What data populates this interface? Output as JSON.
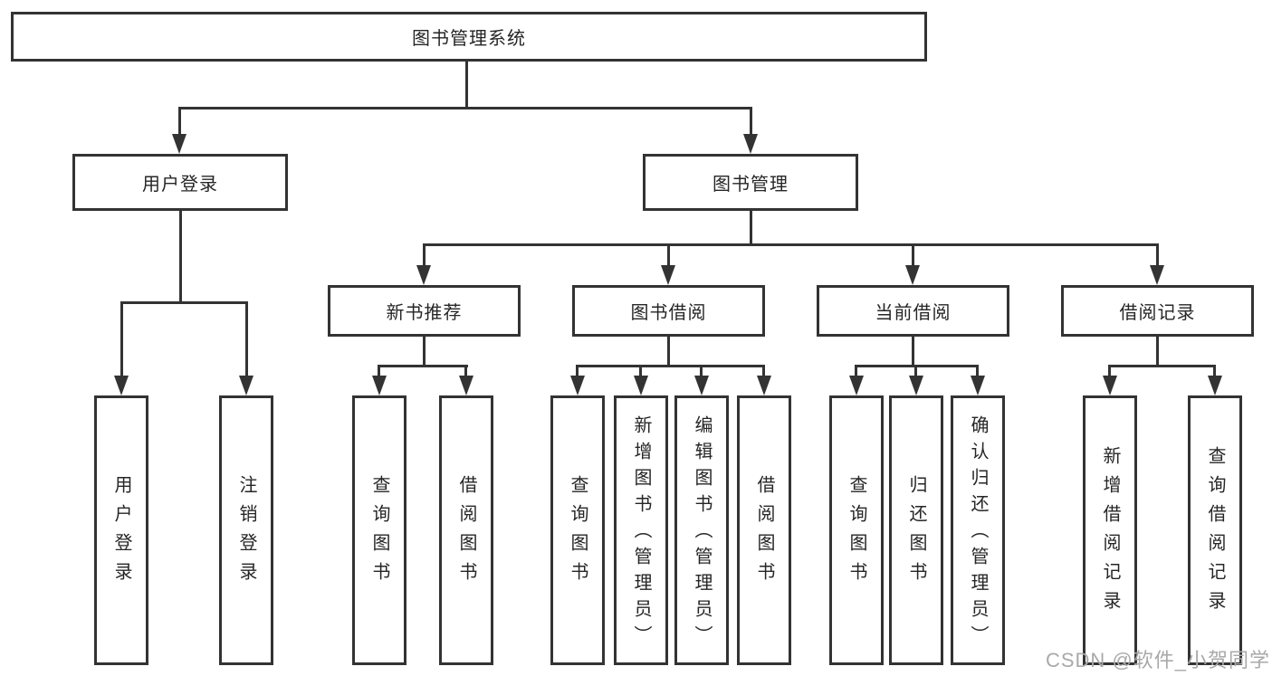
{
  "diagram": {
    "root": "图书管理系统",
    "level2": {
      "user_login": "用户登录",
      "book_mgmt": "图书管理"
    },
    "level3": {
      "new_book_rec": "新书推荐",
      "book_borrow": "图书借阅",
      "current_borrow": "当前借阅",
      "borrow_records": "借阅记录"
    },
    "leaves": {
      "user_login": [
        "用户登录",
        "注销登录"
      ],
      "new_book_rec": [
        "查询图书",
        "借阅图书"
      ],
      "book_borrow": [
        "查询图书",
        "新增图书（管理员）",
        "编辑图书（管理员）",
        "借阅图书"
      ],
      "current_borrow": [
        "查询图书",
        "归还图书",
        "确认归还（管理员）"
      ],
      "borrow_records": [
        "新增借阅记录",
        "查询借阅记录"
      ]
    }
  },
  "watermark": "CSDN @软件_小贺同学",
  "colors": {
    "line": "#333333",
    "box_border": "#333333",
    "text": "#262626",
    "watermark": "#a9a9a9",
    "background": "#ffffff"
  }
}
